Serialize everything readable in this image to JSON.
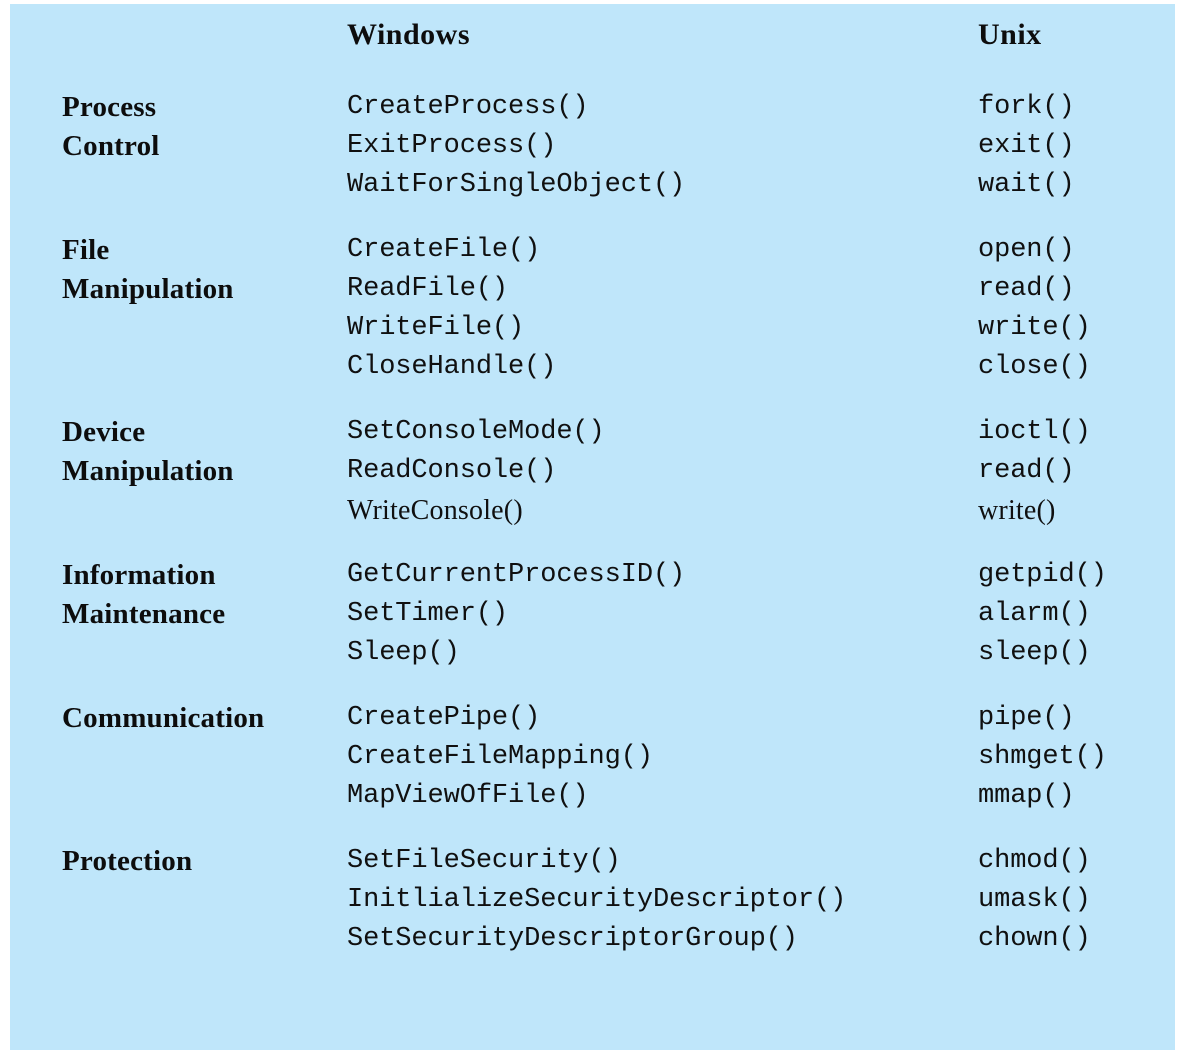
{
  "table": {
    "headers": {
      "category": "",
      "windows": "Windows",
      "unix": "Unix"
    },
    "groups": [
      {
        "category_lines": [
          "Process",
          "Control"
        ],
        "rows": [
          {
            "windows": "CreateProcess()",
            "unix": "fork()",
            "style": "mono"
          },
          {
            "windows": "ExitProcess()",
            "unix": "exit()",
            "style": "mono"
          },
          {
            "windows": "WaitForSingleObject()",
            "unix": "wait()",
            "style": "mono"
          }
        ]
      },
      {
        "category_lines": [
          "File",
          "Manipulation"
        ],
        "rows": [
          {
            "windows": "CreateFile()",
            "unix": "open()",
            "style": "mono"
          },
          {
            "windows": "ReadFile()",
            "unix": "read()",
            "style": "mono"
          },
          {
            "windows": "WriteFile()",
            "unix": "write()",
            "style": "mono"
          },
          {
            "windows": "CloseHandle()",
            "unix": "close()",
            "style": "mono"
          }
        ]
      },
      {
        "category_lines": [
          "Device",
          "Manipulation"
        ],
        "rows": [
          {
            "windows": "SetConsoleMode()",
            "unix": "ioctl()",
            "style": "mono"
          },
          {
            "windows": "ReadConsole()",
            "unix": "read()",
            "style": "mono"
          },
          {
            "windows": "WriteConsole()",
            "unix": "write()",
            "style": "serif"
          }
        ]
      },
      {
        "category_lines": [
          "Information",
          "Maintenance"
        ],
        "rows": [
          {
            "windows": "GetCurrentProcessID()",
            "unix": "getpid()",
            "style": "mono"
          },
          {
            "windows": "SetTimer()",
            "unix": "alarm()",
            "style": "mono"
          },
          {
            "windows": "Sleep()",
            "unix": "sleep()",
            "style": "mono"
          }
        ]
      },
      {
        "category_lines": [
          "Communication"
        ],
        "rows": [
          {
            "windows": "CreatePipe()",
            "unix": "pipe()",
            "style": "mono"
          },
          {
            "windows": "CreateFileMapping()",
            "unix": "shmget()",
            "style": "mono"
          },
          {
            "windows": "MapViewOfFile()",
            "unix": "mmap()",
            "style": "mono"
          }
        ]
      },
      {
        "category_lines": [
          "Protection"
        ],
        "rows": [
          {
            "windows": "SetFileSecurity()",
            "unix": "chmod()",
            "style": "mono"
          },
          {
            "windows": "InitlializeSecurityDescriptor()",
            "unix": "umask()",
            "style": "mono"
          },
          {
            "windows": "SetSecurityDescriptorGroup()",
            "unix": "chown()",
            "style": "mono"
          }
        ]
      }
    ]
  },
  "colors": {
    "panel_background": "#bfe6fa",
    "page_background": "#ffffff",
    "text": "#0d0d0d"
  }
}
